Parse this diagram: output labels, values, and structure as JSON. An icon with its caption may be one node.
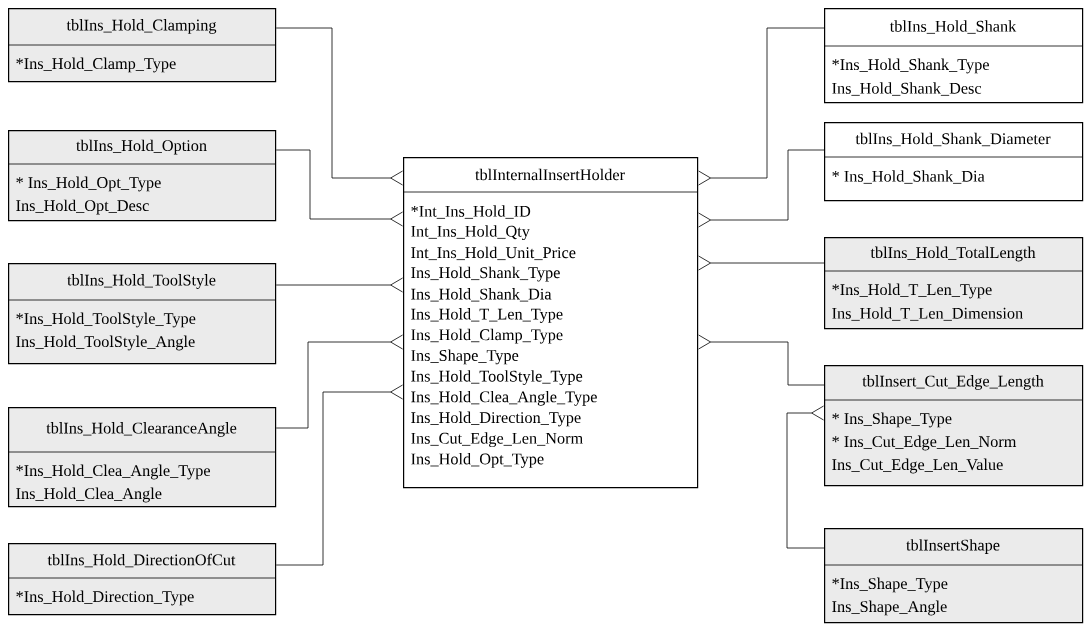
{
  "diagram": {
    "nodes": [
      {
        "text": [
          "tblInternalInsertHolder",
          "*Int_Ins_Hold_ID",
          "Int_Ins_Hold_Qty",
          "Int_Ins_Hold_Unit_Price",
          "Ins_Hold_Shank_Type",
          "Ins_Hold_Shank_Dia",
          "Ins_Hold_T_Len_Type",
          "Ins_Hold_Clamp_Type",
          "Ins_Shape_Type",
          "Ins_Hold_ToolStyle_Type",
          "Ins_Hold_Clea_Angle_Type",
          "Ins_Hold_Direction_Type",
          "Ins_Cut_Edge_Len_Norm",
          "Ins_Hold_Opt_Type"
        ]
      },
      {
        "text": [
          "tblIns_Hold_Clamping",
          "*Ins_Hold_Clamp_Type"
        ]
      },
      {
        "text": [
          "tblIns_Hold_Option",
          "* Ins_Hold_Opt_Type",
          "Ins_Hold_Opt_Desc"
        ]
      },
      {
        "text": [
          "tblIns_Hold_ToolStyle",
          "*Ins_Hold_ToolStyle_Type",
          "Ins_Hold_ToolStyle_Angle"
        ]
      },
      {
        "text": [
          "tblIns_Hold_ClearanceAngle",
          "*Ins_Hold_Clea_Angle_Type",
          "Ins_Hold_Clea_Angle"
        ]
      },
      {
        "text": [
          "tblIns_Hold_DirectionOfCut",
          "*Ins_Hold_Direction_Type"
        ]
      },
      {
        "text": [
          "tblIns_Hold_Shank",
          "*Ins_Hold_Shank_Type",
          "Ins_Hold_Shank_Desc"
        ]
      },
      {
        "text": [
          "tblIns_Hold_Shank_Diameter",
          "* Ins_Hold_Shank_Dia"
        ]
      },
      {
        "text": [
          "tblIns_Hold_TotalLength",
          "*Ins_Hold_T_Len_Type",
          "Ins_Hold_T_Len_Dimension"
        ]
      },
      {
        "text": [
          "tblInsert_Cut_Edge_Length",
          "* Ins_Shape_Type",
          "* Ins_Cut_Edge_Len_Norm",
          "Ins_Cut_Edge_Len_Value"
        ]
      },
      {
        "text": [
          "tblInsertShape",
          "*Ins_Shape_Type",
          "Ins_Shape_Angle"
        ]
      }
    ],
    "edges": [
      {
        "from": 1,
        "to": 0,
        "arrow": "other"
      },
      {
        "from": 2,
        "to": 0,
        "arrow": "other"
      },
      {
        "from": 3,
        "to": 0,
        "arrow": "other"
      },
      {
        "from": 4,
        "to": 0,
        "arrow": "other"
      },
      {
        "from": 5,
        "to": 0,
        "arrow": "other"
      },
      {
        "from": 6,
        "to": 0,
        "arrow": "other"
      },
      {
        "from": 7,
        "to": 0,
        "arrow": "other"
      },
      {
        "from": 8,
        "to": 0,
        "arrow": "other"
      },
      {
        "from": 9,
        "to": 0,
        "arrow": "other"
      },
      {
        "from": 10,
        "to": 9,
        "arrow": "other"
      }
    ]
  }
}
